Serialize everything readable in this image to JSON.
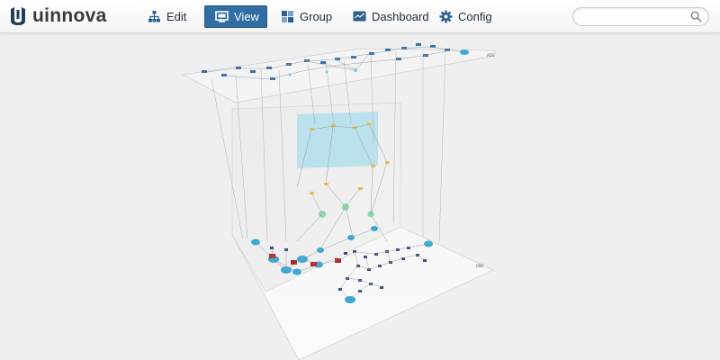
{
  "brand": {
    "name": "uinnova"
  },
  "nav": [
    {
      "id": "edit",
      "label": "Edit",
      "active": false,
      "icon": "org-chart-icon"
    },
    {
      "id": "view",
      "label": "View",
      "active": true,
      "icon": "monitor-icon"
    },
    {
      "id": "group",
      "label": "Group",
      "active": false,
      "icon": "group-icon"
    },
    {
      "id": "dashboard",
      "label": "Dashboard",
      "active": false,
      "icon": "dashboard-icon"
    },
    {
      "id": "config",
      "label": "Config",
      "active": false,
      "icon": "gear-icon"
    }
  ],
  "search": {
    "placeholder": "",
    "value": ""
  },
  "scene": {
    "top_layer_label": "ADS",
    "bottom_layer_label": "DNC",
    "colors": {
      "accent": "#2f6da3",
      "panel": "#a9dcec",
      "server": "#3aa9d6",
      "device": "#3c4f7a",
      "firewall": "#b32626"
    }
  }
}
